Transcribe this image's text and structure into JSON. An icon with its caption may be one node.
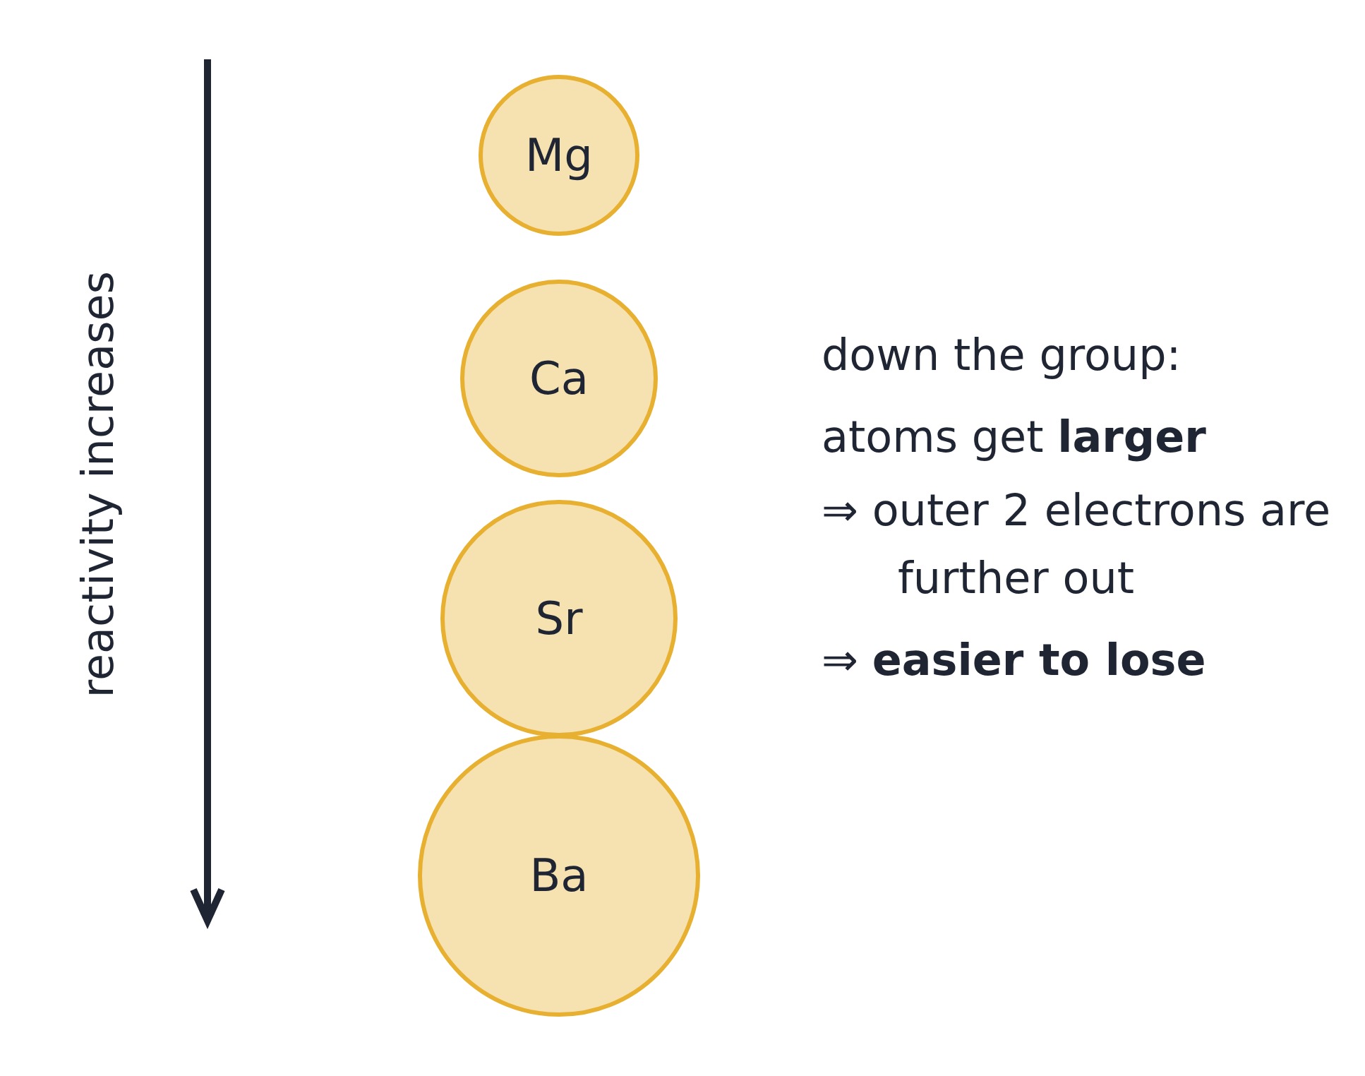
{
  "diagram": {
    "nodes": [
      {
        "text": [
          "Mg"
        ]
      },
      {
        "text": [
          "Ca"
        ]
      },
      {
        "text": [
          "Sr"
        ]
      },
      {
        "text": [
          "Ba"
        ]
      }
    ],
    "labels": [
      "reactivity increases",
      "down the group:",
      "atoms get **larger**",
      "⇒ outer 2 electrons are further out",
      "⇒ **easier to lose**"
    ]
  }
}
